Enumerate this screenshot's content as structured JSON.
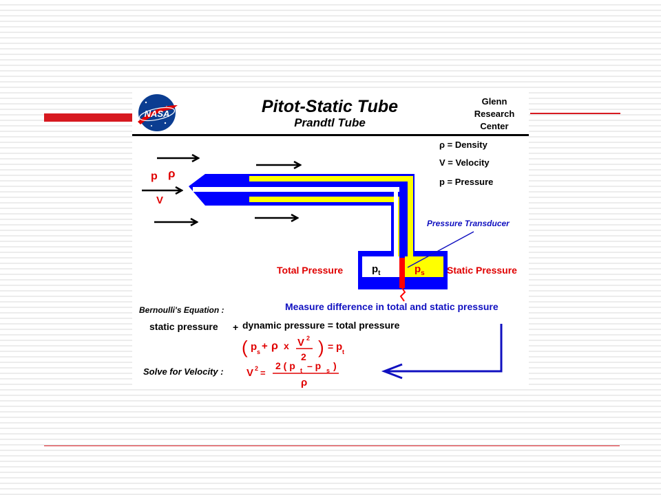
{
  "slide": {
    "colors": {
      "accent_red": "#d71920",
      "rule_gray": "#ececec"
    }
  },
  "diagram": {
    "logo": "NASA",
    "title": "Pitot-Static Tube",
    "subtitle": "Prandtl Tube",
    "org": [
      "Glenn",
      "Research",
      "Center"
    ],
    "legend": {
      "density": "ρ = Density",
      "velocity": "V = Velocity",
      "pressure": "p = Pressure"
    },
    "flow_labels": {
      "p": "p",
      "rho": "ρ",
      "v": "V"
    },
    "transducer_label": "Pressure Transducer",
    "total_pressure": "Total Pressure",
    "static_pressure": "Static Pressure",
    "pt": {
      "base": "p",
      "sub": "t"
    },
    "ps": {
      "base": "p",
      "sub": "s"
    },
    "measure_text": "Measure difference in total and static pressure",
    "bernoulli_label": "Bernoulli's Equation :",
    "static_word": "static pressure",
    "plus": "+",
    "dynamic_eq": "dynamic pressure = total pressure",
    "solve_label": "Solve for Velocity :",
    "colors": {
      "tube_blue": "#0000ff",
      "channel_yellow": "#ffff00",
      "label_red": "#e00000",
      "arrow_blue": "#1010c0",
      "nasa_blue": "#0b3d91"
    }
  }
}
